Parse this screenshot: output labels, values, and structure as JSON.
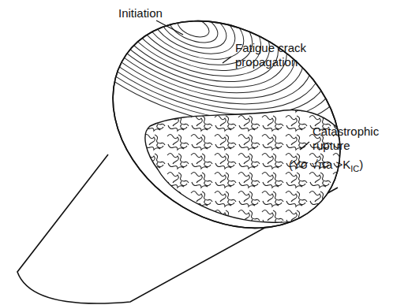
{
  "diagram": {
    "labels": [
      "Initiation",
      "Fatigue crack propagation",
      "Catastrophic rupture",
      "(Yσ √πa >K",
      "IC",
      ")"
    ]
  }
}
